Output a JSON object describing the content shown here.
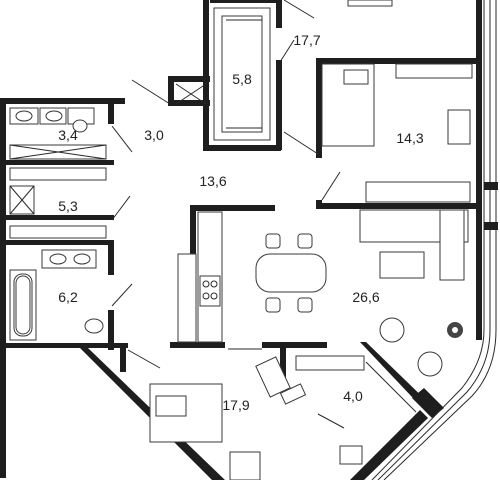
{
  "plan": {
    "rooms": [
      {
        "name": "room-area-wardrobe",
        "area": "5,8"
      },
      {
        "name": "room-area-hall-top",
        "area": "17,7"
      },
      {
        "name": "room-area-bathroom-top",
        "area": "3,4"
      },
      {
        "name": "room-area-storage",
        "area": "3,0"
      },
      {
        "name": "room-area-bedroom",
        "area": "14,3"
      },
      {
        "name": "room-area-corridor",
        "area": "13,6"
      },
      {
        "name": "room-area-laundry",
        "area": "5,3"
      },
      {
        "name": "room-area-bathroom-bottom",
        "area": "6,2"
      },
      {
        "name": "room-area-living-kitchen",
        "area": "26,6"
      },
      {
        "name": "room-area-bedroom-bottom",
        "area": "17,9"
      },
      {
        "name": "room-area-balcony",
        "area": "4,0"
      }
    ],
    "icons": {
      "plant": "plant-icon",
      "armchair": "armchair-icon",
      "bed": "bed-icon",
      "sink": "sink-icon",
      "toilet": "toilet-icon",
      "bathtub": "bathtub-icon",
      "stove": "stove-icon",
      "treadmill": "treadmill-icon"
    },
    "colors": {
      "wall": "#1e1e1e",
      "line": "#2a2a2a",
      "text": "#222222"
    }
  }
}
